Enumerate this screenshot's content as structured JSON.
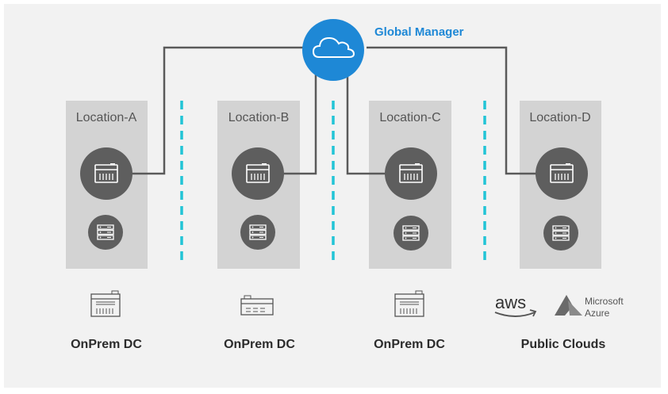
{
  "global_manager": {
    "label": "Global Manager",
    "icon": "cloud-icon",
    "color": "#1e88d6"
  },
  "locations": [
    {
      "label": "Location-A",
      "site_label": "OnPrem DC"
    },
    {
      "label": "Location-B",
      "site_label": "OnPrem DC"
    },
    {
      "label": "Location-C",
      "site_label": "OnPrem DC"
    },
    {
      "label": "Location-D",
      "site_label": "Public Clouds"
    }
  ],
  "cloud_providers": {
    "aws": "aws",
    "azure_line1": "Microsoft",
    "azure_line2": "Azure"
  },
  "colors": {
    "location_box": "#d3d3d3",
    "node": "#5e5e5e",
    "divider": "#22c4d6",
    "connector": "#5a5a5a"
  }
}
